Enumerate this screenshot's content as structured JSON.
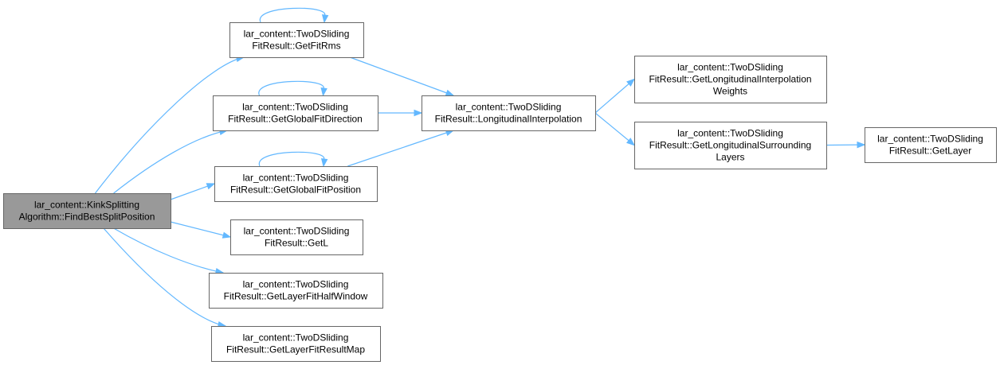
{
  "colors": {
    "edge": "#63b8ff",
    "node_border": "#666666",
    "root_fill": "#999999",
    "node_fill": "#ffffff"
  },
  "nodes": {
    "find_best_split": [
      "lar_content::KinkSplitting",
      "Algorithm::FindBestSplitPosition"
    ],
    "get_fit_rms": [
      "lar_content::TwoDSliding",
      "FitResult::GetFitRms"
    ],
    "get_global_fit_direction": [
      "lar_content::TwoDSliding",
      "FitResult::GetGlobalFitDirection"
    ],
    "get_global_fit_position": [
      "lar_content::TwoDSliding",
      "FitResult::GetGlobalFitPosition"
    ],
    "get_l": [
      "lar_content::TwoDSliding",
      "FitResult::GetL"
    ],
    "get_layer_fit_half_window": [
      "lar_content::TwoDSliding",
      "FitResult::GetLayerFitHalfWindow"
    ],
    "get_layer_fit_result_map": [
      "lar_content::TwoDSliding",
      "FitResult::GetLayerFitResultMap"
    ],
    "longitudinal_interpolation": [
      "lar_content::TwoDSliding",
      "FitResult::LongitudinalInterpolation"
    ],
    "get_longitudinal_interpolation_weights": [
      "lar_content::TwoDSliding",
      "FitResult::GetLongitudinalInterpolation",
      "Weights"
    ],
    "get_longitudinal_surrounding_layers": [
      "lar_content::TwoDSliding",
      "FitResult::GetLongitudinalSurrounding",
      "Layers"
    ],
    "get_layer": [
      "lar_content::TwoDSliding",
      "FitResult::GetLayer"
    ]
  },
  "edges": [
    [
      "find_best_split",
      "get_fit_rms"
    ],
    [
      "find_best_split",
      "get_global_fit_direction"
    ],
    [
      "find_best_split",
      "get_global_fit_position"
    ],
    [
      "find_best_split",
      "get_l"
    ],
    [
      "find_best_split",
      "get_layer_fit_half_window"
    ],
    [
      "find_best_split",
      "get_layer_fit_result_map"
    ],
    [
      "get_fit_rms",
      "get_fit_rms"
    ],
    [
      "get_fit_rms",
      "longitudinal_interpolation"
    ],
    [
      "get_global_fit_direction",
      "get_global_fit_direction"
    ],
    [
      "get_global_fit_direction",
      "longitudinal_interpolation"
    ],
    [
      "get_global_fit_position",
      "get_global_fit_position"
    ],
    [
      "get_global_fit_position",
      "longitudinal_interpolation"
    ],
    [
      "longitudinal_interpolation",
      "get_longitudinal_interpolation_weights"
    ],
    [
      "longitudinal_interpolation",
      "get_longitudinal_surrounding_layers"
    ],
    [
      "get_longitudinal_surrounding_layers",
      "get_layer"
    ]
  ]
}
